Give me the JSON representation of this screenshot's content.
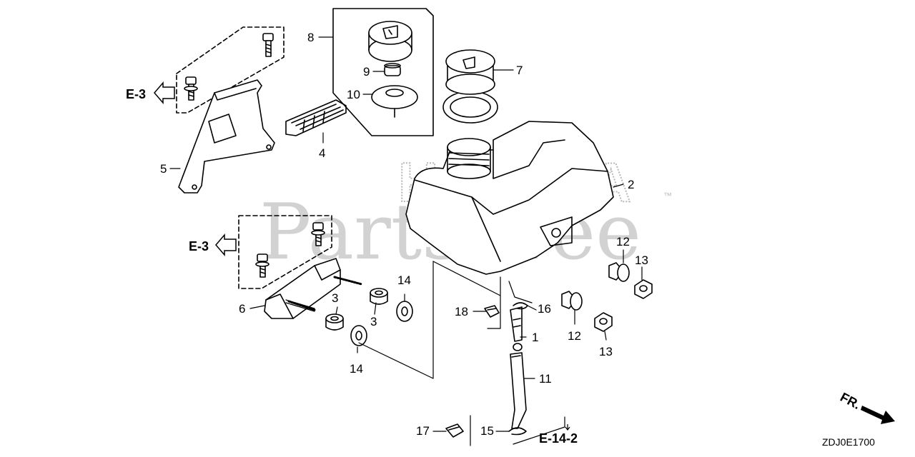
{
  "watermark": {
    "brand": "HONDA",
    "main": "PartsTree",
    "trademark": "™"
  },
  "callouts": {
    "c1": "1",
    "c2": "2",
    "c3a": "3",
    "c3b": "3",
    "c4": "4",
    "c5": "5",
    "c6": "6",
    "c7": "7",
    "c8": "8",
    "c9": "9",
    "c10": "10",
    "c11": "11",
    "c12a": "12",
    "c12b": "12",
    "c13a": "13",
    "c13b": "13",
    "c14a": "14",
    "c14b": "14",
    "c15": "15",
    "c16": "16",
    "c17": "17",
    "c18": "18"
  },
  "references": {
    "e3_top": "E-3",
    "e3_mid": "E-3",
    "e14_2": "E-14-2"
  },
  "orientation": "FR.",
  "diagram_code": "ZDJ0E1700"
}
